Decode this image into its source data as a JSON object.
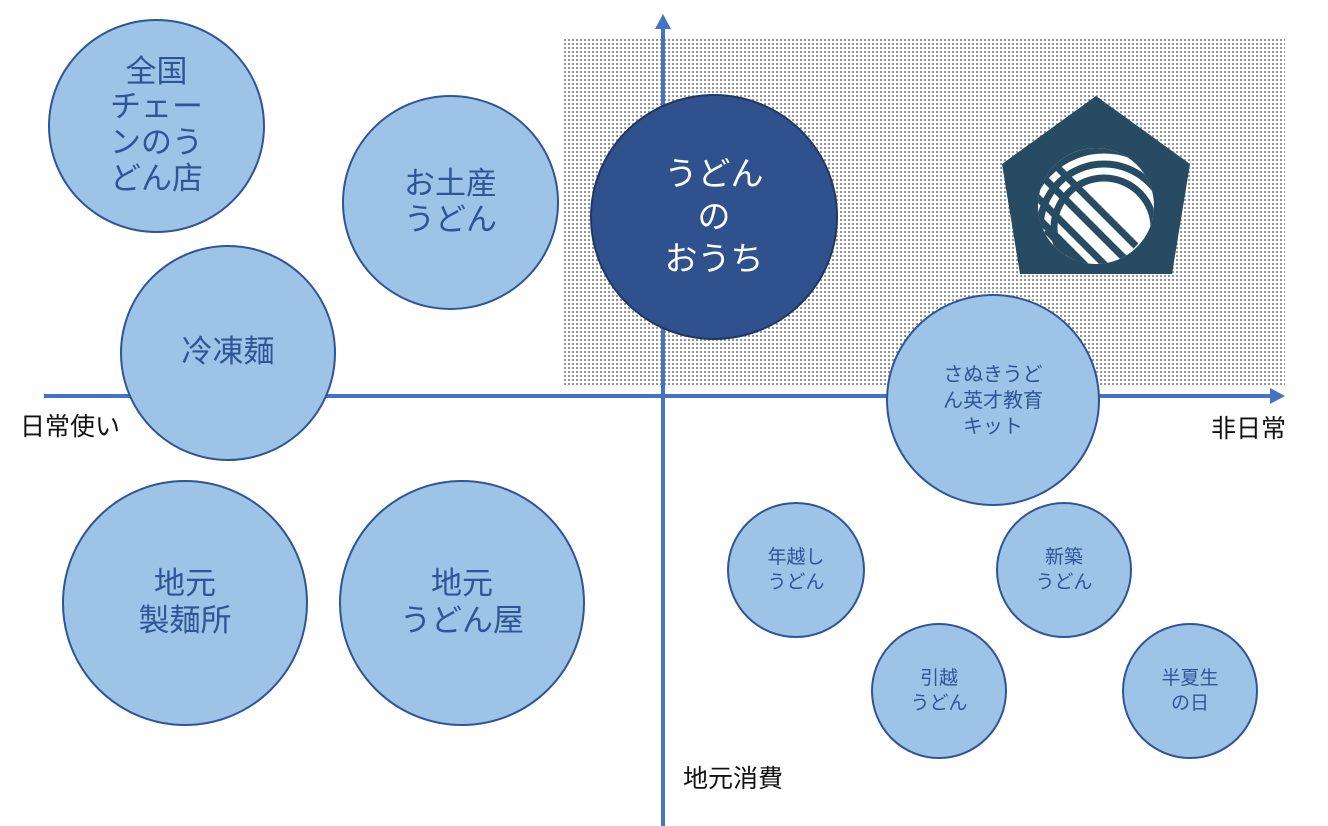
{
  "axes": {
    "left_label": "日常使い",
    "right_label": "非日常",
    "bottom_label": "地元消費",
    "top_label": ""
  },
  "colors": {
    "axis": "#4472c4",
    "bubble_fill": "#9dc3e6",
    "bubble_border": "#2f5597",
    "featured_fill": "#2f528f",
    "logo": "#264b63"
  },
  "bubbles": {
    "national_chain": {
      "label": "全国\nチェー\nンのう\nどん店"
    },
    "souvenir": {
      "label": "お土産\nうどん"
    },
    "featured": {
      "label": "うどん\nの\nおうち"
    },
    "frozen": {
      "label": "冷凍麺"
    },
    "education_kit": {
      "label": "さぬきうど\nん英才教育\nキット"
    },
    "local_factory": {
      "label": "地元\n製麺所"
    },
    "local_shop": {
      "label": "地元\nうどん屋"
    },
    "new_year": {
      "label": "年越し\nうどん"
    },
    "new_house": {
      "label": "新築\nうどん"
    },
    "moving": {
      "label": "引越\nうどん"
    },
    "hangesho": {
      "label": "半夏生\nの日"
    }
  },
  "logo": {
    "icon": "udon-bowl-pentagon-logo"
  }
}
